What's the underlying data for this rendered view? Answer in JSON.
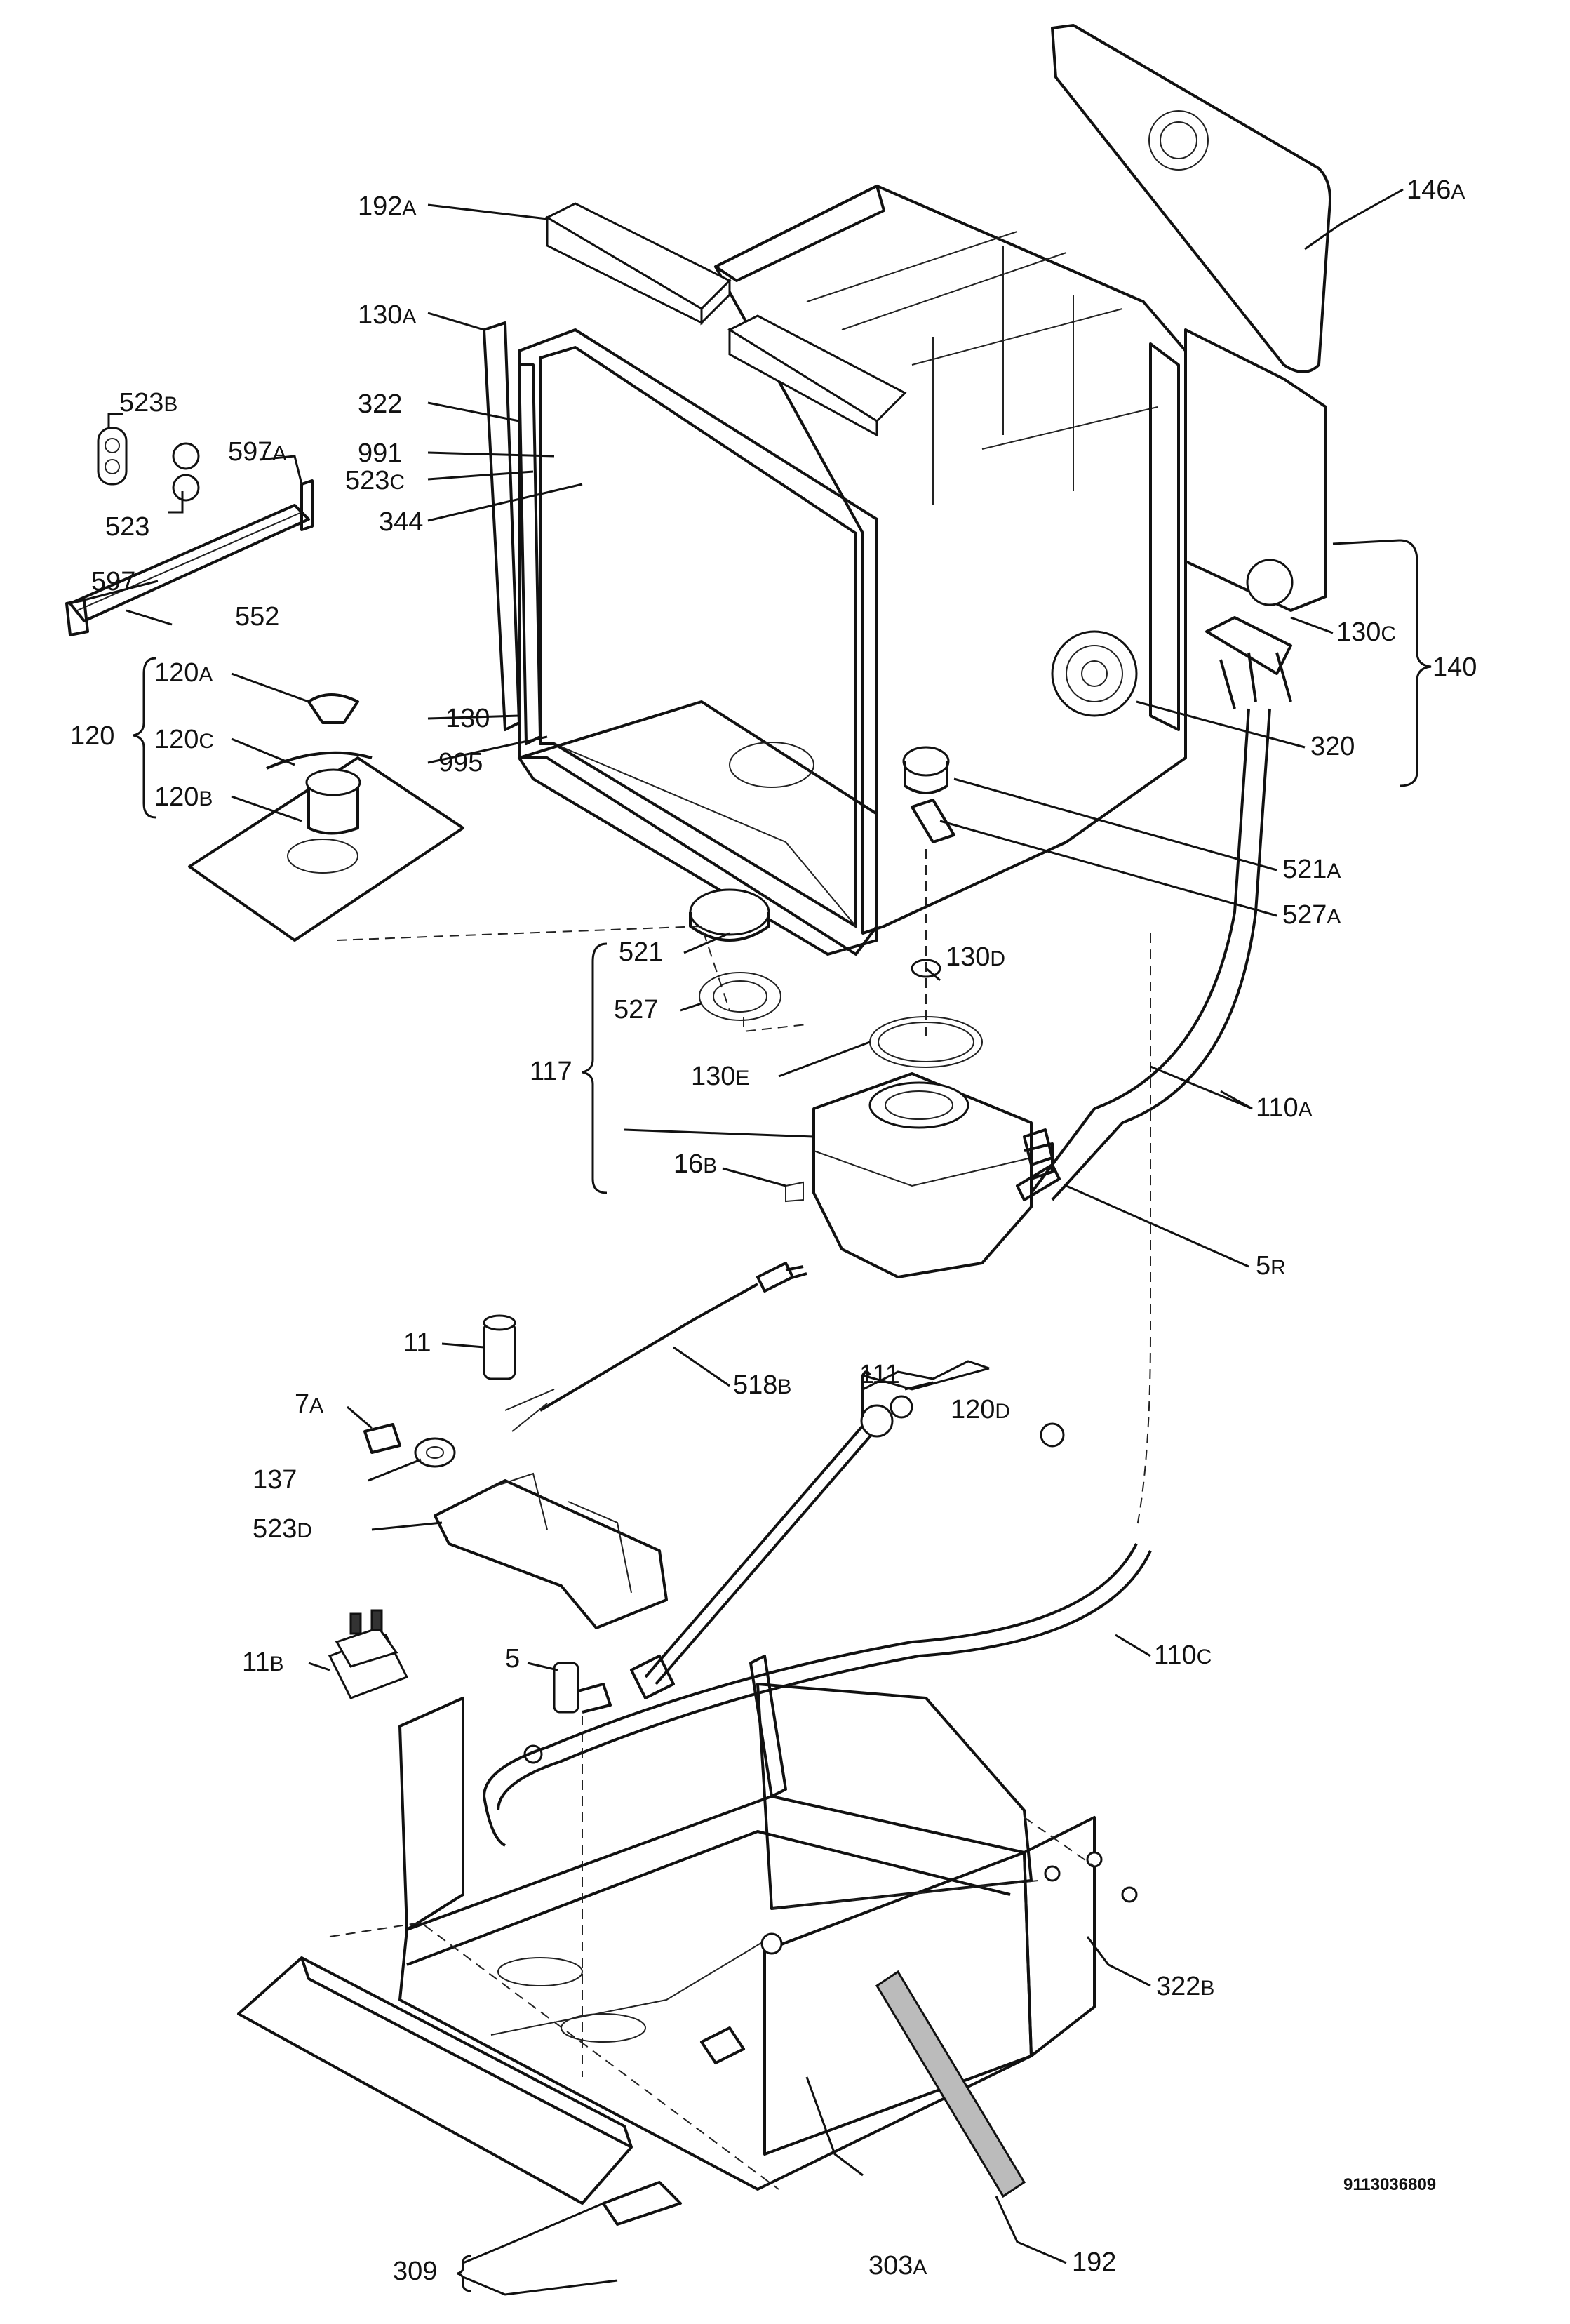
{
  "labels": {
    "l192A": {
      "num": "192",
      "suf": "A"
    },
    "l146A": {
      "num": "146",
      "suf": "A"
    },
    "l130A": {
      "num": "130",
      "suf": "A"
    },
    "l523B": {
      "num": "523",
      "suf": "B"
    },
    "l322": {
      "num": "322",
      "suf": ""
    },
    "l597A": {
      "num": "597",
      "suf": "A"
    },
    "l991": {
      "num": "991",
      "suf": ""
    },
    "l523C": {
      "num": "523",
      "suf": "C"
    },
    "l523": {
      "num": "523",
      "suf": ""
    },
    "l344": {
      "num": "344",
      "suf": ""
    },
    "l597": {
      "num": "597",
      "suf": ""
    },
    "l552": {
      "num": "552",
      "suf": ""
    },
    "l120A": {
      "num": "120",
      "suf": "A"
    },
    "l120": {
      "num": "120",
      "suf": ""
    },
    "l120C": {
      "num": "120",
      "suf": "C"
    },
    "l120B": {
      "num": "120",
      "suf": "B"
    },
    "l130": {
      "num": "130",
      "suf": ""
    },
    "l995": {
      "num": "995",
      "suf": ""
    },
    "l130C": {
      "num": "130",
      "suf": "C"
    },
    "l140": {
      "num": "140",
      "suf": ""
    },
    "l320": {
      "num": "320",
      "suf": ""
    },
    "l521A": {
      "num": "521",
      "suf": "A"
    },
    "l527A": {
      "num": "527",
      "suf": "A"
    },
    "l521": {
      "num": "521",
      "suf": ""
    },
    "l130D": {
      "num": "130",
      "suf": "D"
    },
    "l527": {
      "num": "527",
      "suf": ""
    },
    "l117": {
      "num": "117",
      "suf": ""
    },
    "l130E": {
      "num": "130",
      "suf": "E"
    },
    "l110A": {
      "num": "110",
      "suf": "A"
    },
    "l16B": {
      "num": "16",
      "suf": "B"
    },
    "l5R": {
      "num": "5",
      "suf": "R"
    },
    "l11": {
      "num": "11",
      "suf": ""
    },
    "l518B": {
      "num": "518",
      "suf": "B"
    },
    "l111": {
      "num": "111",
      "suf": ""
    },
    "l7A": {
      "num": "7",
      "suf": "A"
    },
    "l120D": {
      "num": "120",
      "suf": "D"
    },
    "l137": {
      "num": "137",
      "suf": ""
    },
    "l523D": {
      "num": "523",
      "suf": "D"
    },
    "l11B": {
      "num": "11",
      "suf": "B"
    },
    "l5": {
      "num": "5",
      "suf": ""
    },
    "l110C": {
      "num": "110",
      "suf": "C"
    },
    "l322B": {
      "num": "322",
      "suf": "B"
    },
    "l303A": {
      "num": "303",
      "suf": "A"
    },
    "l192": {
      "num": "192",
      "suf": ""
    },
    "l309": {
      "num": "309",
      "suf": ""
    }
  },
  "reference_code": "9113036809"
}
